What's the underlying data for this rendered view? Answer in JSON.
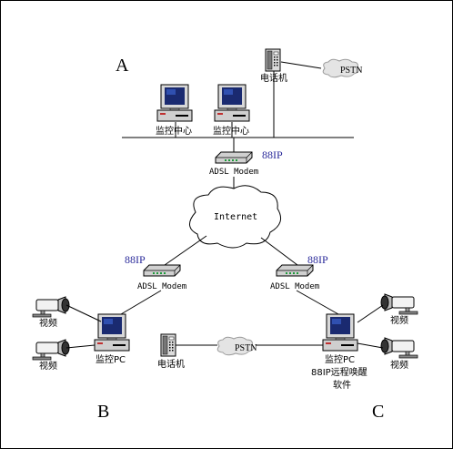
{
  "sites": {
    "a": "A",
    "b": "B",
    "c": "C"
  },
  "site_a": {
    "pc1_label": "监控中心",
    "pc2_label": "监控中心",
    "phone_label": "电话机",
    "pstn_label": "PSTN",
    "modem_label": "ADSL Modem",
    "ip_label": "88IP"
  },
  "internet_label": "Internet",
  "site_b": {
    "modem_label": "ADSL Modem",
    "ip_label": "88IP",
    "pc_label": "监控PC",
    "camera1_label": "视频",
    "camera2_label": "视频",
    "phone_label": "电话机",
    "pstn_label": "PSTN"
  },
  "site_c": {
    "modem_label": "ADSL Modem",
    "ip_label": "88IP",
    "pc_label": "监控PC",
    "pc_sublabel1": "88IP远程唤醒",
    "pc_sublabel2": "软件",
    "camera1_label": "视频",
    "camera2_label": "视频"
  }
}
